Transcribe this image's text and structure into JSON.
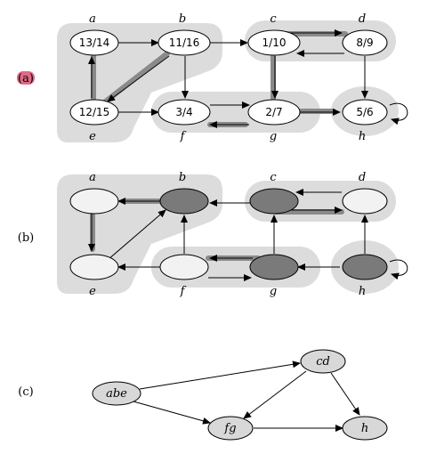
{
  "part_labels": {
    "a": "(a)",
    "b": "(b)",
    "c": "(c)"
  },
  "vertex_names": [
    "a",
    "b",
    "c",
    "d",
    "e",
    "f",
    "g",
    "h"
  ],
  "times": {
    "a": "13/14",
    "b": "11/16",
    "c": "1/10",
    "d": "8/9",
    "e": "12/15",
    "f": "3/4",
    "g": "2/7",
    "h": "5/6"
  },
  "component_names": {
    "abe": "abe",
    "cd": "cd",
    "fg": "fg",
    "h": "h"
  },
  "colors": {
    "region": "#dcdcdc",
    "highlight_edge": "#8a8a8a",
    "dark_node": "#7a7a7a",
    "light_node": "#f2f2f2",
    "component_node": "#d8d8d8",
    "part_a_label_bg": "#e06a86"
  }
}
